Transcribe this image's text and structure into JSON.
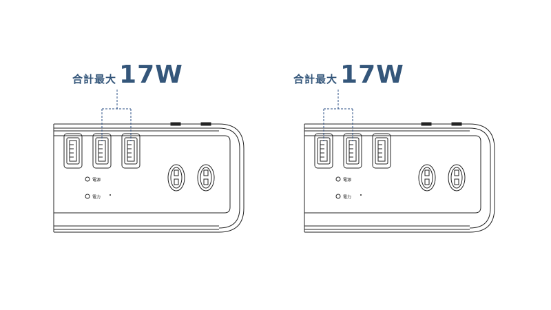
{
  "callouts": [
    {
      "prefix": "合計最大",
      "value": "17W"
    },
    {
      "prefix": "合計最大",
      "value": "17W"
    }
  ],
  "indicators": {
    "power_label": "電源",
    "output_label": "電力"
  },
  "colors": {
    "accent": "#34567a",
    "line": "#222222",
    "dash": "#2b4f86"
  }
}
